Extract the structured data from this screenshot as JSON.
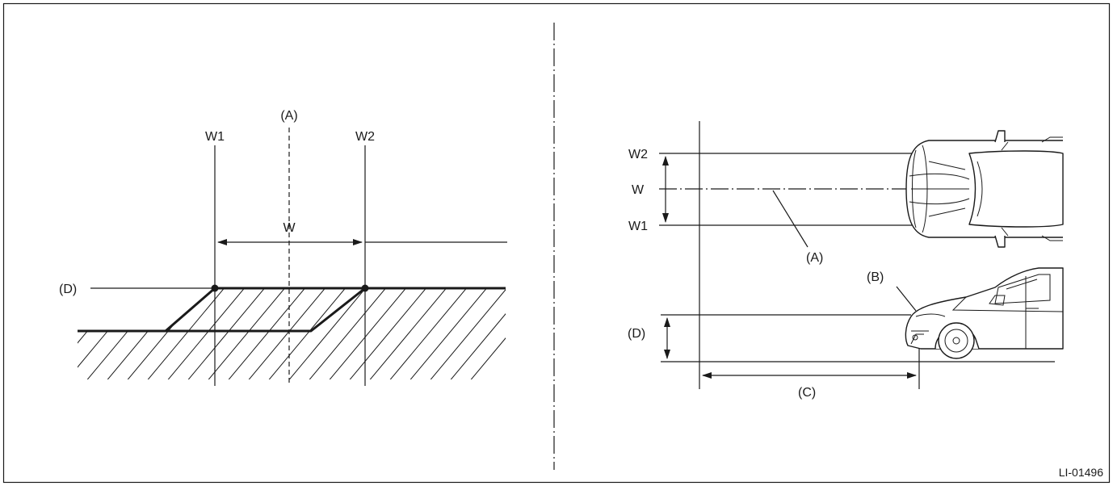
{
  "labels": {
    "left_w1": "W1",
    "left_w2": "W2",
    "left_a": "(A)",
    "left_w": "W",
    "left_d": "(D)",
    "right_w2": "W2",
    "right_w": "W",
    "right_w1": "W1",
    "right_a": "(A)",
    "right_b": "(B)",
    "right_d": "(D)",
    "right_c": "(C)"
  },
  "figure_code": "LI-01496",
  "icons": {
    "vehicle_top": "car-top-view-icon",
    "vehicle_side": "car-side-view-icon"
  }
}
